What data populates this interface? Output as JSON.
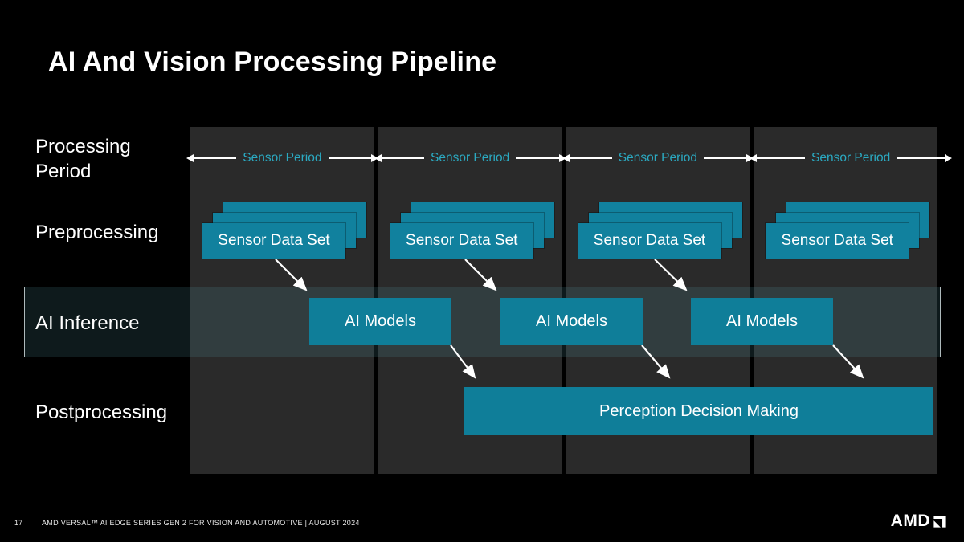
{
  "slide": {
    "title": "AI And Vision Processing Pipeline",
    "colors": {
      "background": "#000000",
      "column_background": "#2A2A2A",
      "teal_box": "#0F7E99",
      "teal_stack_box": "#11819E",
      "period_label_teal": "#2BAAC2",
      "inference_band_border": "#AEBABC",
      "text": "#FFFFFF"
    }
  },
  "rows": {
    "processing_period": "Processing Period",
    "preprocessing": "Preprocessing",
    "ai_inference": "AI Inference",
    "postprocessing": "Postprocessing"
  },
  "columns": [
    {
      "period_label": "Sensor Period",
      "dataset_label": "Sensor Data Set"
    },
    {
      "period_label": "Sensor Period",
      "dataset_label": "Sensor Data Set"
    },
    {
      "period_label": "Sensor Period",
      "dataset_label": "Sensor Data Set"
    },
    {
      "period_label": "Sensor Period",
      "dataset_label": "Sensor Data Set"
    }
  ],
  "ai_models": [
    {
      "label": "AI Models"
    },
    {
      "label": "AI Models"
    },
    {
      "label": "AI Models"
    }
  ],
  "perception": {
    "label": "Perception Decision Making"
  },
  "footer": {
    "page_number": "17",
    "text": "AMD VERSAL™ AI EDGE SERIES GEN 2 FOR VISION AND AUTOMOTIVE  |  AUGUST 2024",
    "logo_text": "AMD"
  }
}
